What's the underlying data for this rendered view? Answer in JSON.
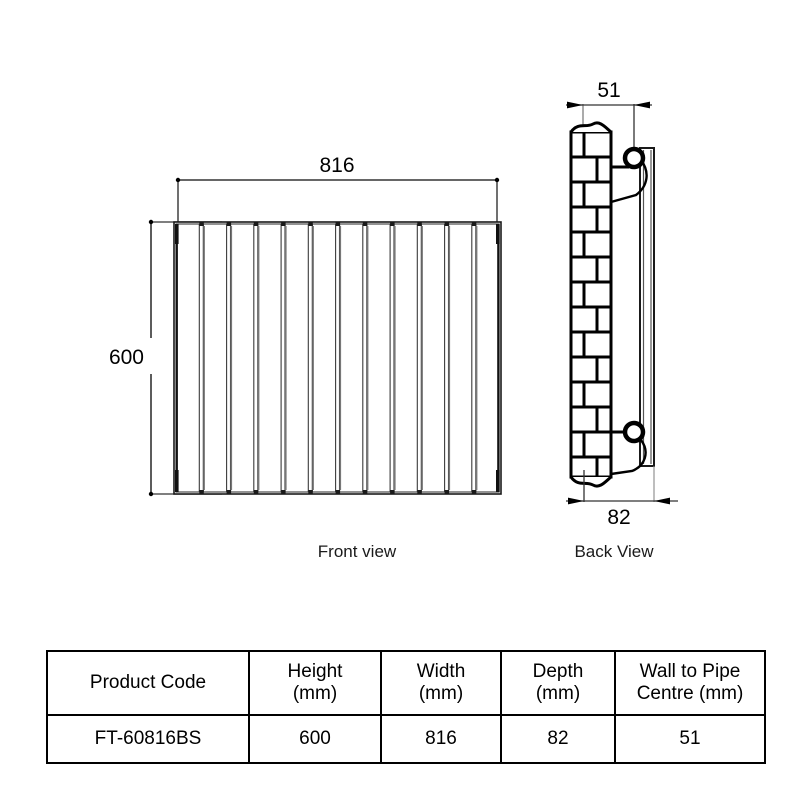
{
  "drawing": {
    "front_view": {
      "label": "Front view",
      "width_dimension": "816",
      "height_dimension": "600",
      "panel_count": 12
    },
    "back_view": {
      "label": "Back View",
      "wall_to_pipe_dimension": "51",
      "depth_dimension": "82"
    }
  },
  "table": {
    "headers": [
      {
        "line1": "Product Code",
        "line2": ""
      },
      {
        "line1": "Height",
        "line2": "(mm)"
      },
      {
        "line1": "Width",
        "line2": "(mm)"
      },
      {
        "line1": "Depth",
        "line2": "(mm)"
      },
      {
        "line1": "Wall to Pipe",
        "line2": "Centre (mm)"
      }
    ],
    "rows": [
      {
        "product_code": "FT-60816BS",
        "height": "600",
        "width": "816",
        "depth": "82",
        "wall_to_pipe_centre": "51"
      }
    ]
  },
  "colors": {
    "line": "#000000",
    "background": "#ffffff",
    "panel_edge": "#555555"
  }
}
